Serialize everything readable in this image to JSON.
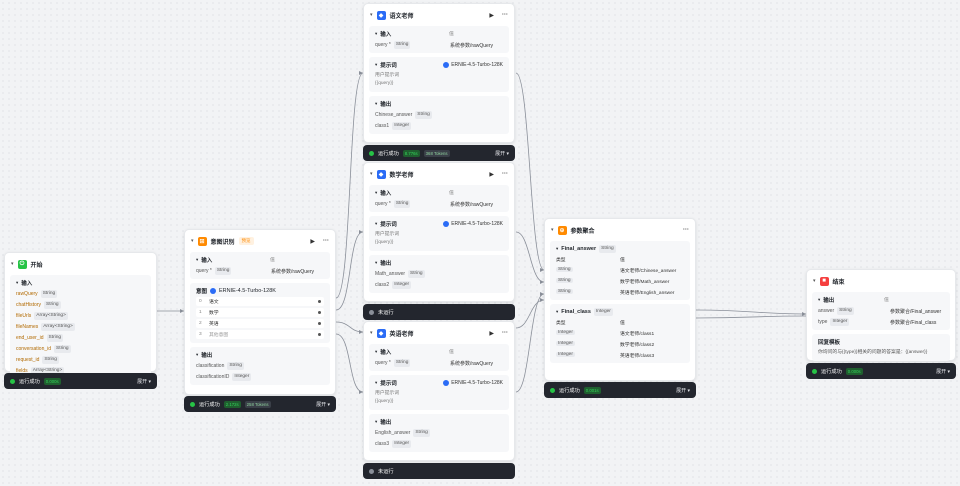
{
  "colors": {
    "success": "#27c346",
    "statusbar": "#23262e",
    "start_icon": "#27c346",
    "intent_icon": "#ff8a00",
    "llm_icon": "#2b6cf6",
    "aggregate_icon": "#ff8a00",
    "end_icon": "#f53f3f",
    "edge": "#8a8f99"
  },
  "start": {
    "title": "开始",
    "input_title": "输入",
    "vars": [
      {
        "name": "rawQuery",
        "type": "String"
      },
      {
        "name": "chatHistory",
        "type": "String"
      },
      {
        "name": "fileUrls",
        "type": "Array<String>"
      },
      {
        "name": "fileNames",
        "type": "Array<String>"
      },
      {
        "name": "end_user_id",
        "type": "String"
      },
      {
        "name": "conversation_id",
        "type": "String"
      },
      {
        "name": "request_id",
        "type": "String"
      },
      {
        "name": "fields",
        "type": "Array<String>"
      }
    ],
    "status": "运行成功",
    "badge": "0.000s",
    "expand": "展开"
  },
  "intent": {
    "title": "意图识别",
    "tag": "预览",
    "input_title": "输入",
    "value_header": "值",
    "query_label": "query *",
    "query_type": "String",
    "query_value": "系统参数/rawQuery",
    "intent_label": "意图",
    "model": "ERNIE-4.5-Turbo-128K",
    "classes": [
      {
        "num": "0",
        "label": "语文"
      },
      {
        "num": "1",
        "label": "数学"
      },
      {
        "num": "2",
        "label": "英语"
      },
      {
        "num": "3",
        "label": "其他意图"
      }
    ],
    "output_title": "输出",
    "outputs": [
      {
        "name": "classification",
        "type": "String"
      },
      {
        "name": "classificationID",
        "type": "Integer"
      }
    ],
    "status": "运行成功",
    "badge": "2.172s",
    "badge2": "258 Tokens",
    "expand": "展开"
  },
  "chinese": {
    "title": "语文老师",
    "input_title": "输入",
    "value_header": "值",
    "query_label": "query *",
    "query_type": "String",
    "query_value": "系统参数/rawQuery",
    "prompt_title": "提示词",
    "model": "ERNIE-4.5-Turbo-128K",
    "prompt_label": "用户提示词",
    "prompt_value": "{{query}}",
    "output_title": "输出",
    "outputs": [
      {
        "name": "Chinese_answer",
        "type": "String"
      },
      {
        "name": "class1",
        "type": "Integer"
      }
    ],
    "status": "运行成功",
    "badge": "8.776s",
    "badge2": "368 Tokens",
    "expand": "展开"
  },
  "math": {
    "title": "数学老师",
    "input_title": "输入",
    "value_header": "值",
    "query_label": "query *",
    "query_type": "String",
    "query_value": "系统参数/rawQuery",
    "prompt_title": "提示词",
    "model": "ERNIE-4.5-Turbo-128K",
    "prompt_label": "用户提示词",
    "prompt_value": "{{query}}",
    "output_title": "输出",
    "outputs": [
      {
        "name": "Math_answer",
        "type": "String"
      },
      {
        "name": "class2",
        "type": "Integer"
      }
    ],
    "status": "未运行"
  },
  "english": {
    "title": "英语老师",
    "input_title": "输入",
    "value_header": "值",
    "query_label": "query *",
    "query_type": "String",
    "query_value": "系统参数/rawQuery",
    "prompt_title": "提示词",
    "model": "ERNIE-4.5-Turbo-128K",
    "prompt_label": "用户提示词",
    "prompt_value": "{{query}}",
    "output_title": "输出",
    "outputs": [
      {
        "name": "English_answer",
        "type": "String"
      },
      {
        "name": "class3",
        "type": "Integer"
      }
    ],
    "status": "未运行"
  },
  "aggregate": {
    "title": "参数聚合",
    "g1_name": "Final_answer",
    "g1_type": "String",
    "type_header": "类型",
    "value_header": "值",
    "g1_rows": [
      {
        "type": "String",
        "value": "语文老师/Chinese_answer"
      },
      {
        "type": "String",
        "value": "数学老师/Math_answer"
      },
      {
        "type": "String",
        "value": "英语老师/English_answer"
      }
    ],
    "g2_name": "Final_class",
    "g2_type": "Integer",
    "g2_rows": [
      {
        "type": "Integer",
        "value": "语文老师/class1"
      },
      {
        "type": "Integer",
        "value": "数学老师/class2"
      },
      {
        "type": "Integer",
        "value": "英语老师/class3"
      }
    ],
    "status": "运行成功",
    "badge": "0.001s",
    "expand": "展开"
  },
  "end": {
    "title": "结束",
    "output_title": "输出",
    "value_header": "值",
    "outputs": [
      {
        "name": "answer",
        "type": "String",
        "value": "参数聚合/Final_answer"
      },
      {
        "name": "type",
        "type": "Integer",
        "value": "参数聚合/Final_class"
      }
    ],
    "reply_title": "回复模板",
    "reply_text": "你询问的与{{type}}相关的问题的答案是：{{answer}}",
    "status": "运行成功",
    "badge": "0.000s",
    "expand": "展开"
  }
}
